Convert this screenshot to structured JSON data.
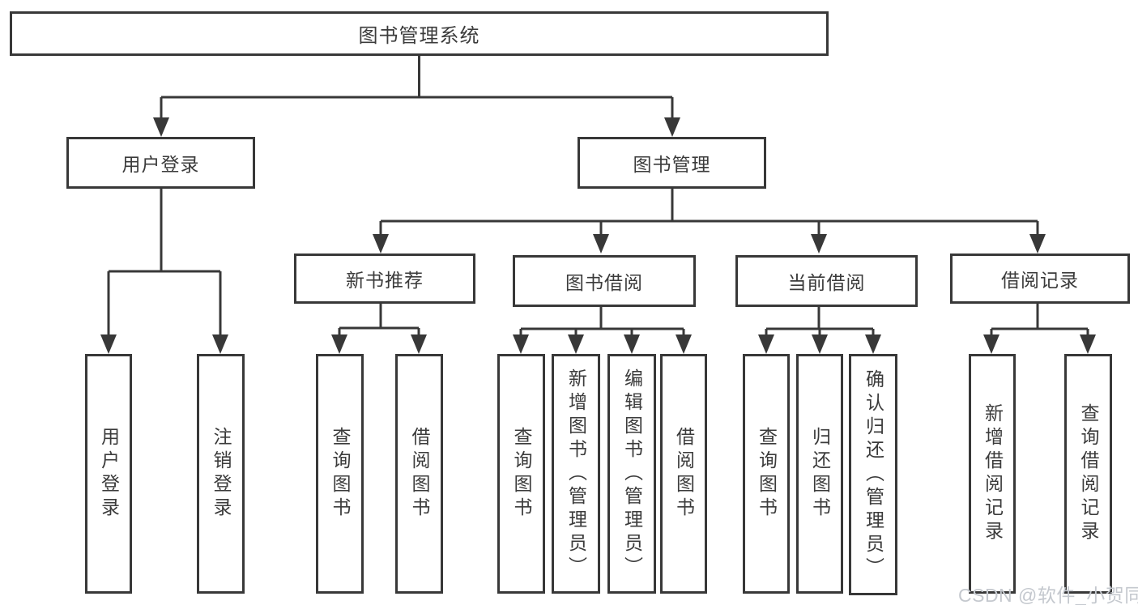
{
  "tree": {
    "label": "图书管理系统",
    "children": [
      {
        "label": "用户登录",
        "children": [
          {
            "label": "用户登录"
          },
          {
            "label": "注销登录"
          }
        ]
      },
      {
        "label": "图书管理",
        "children": [
          {
            "label": "新书推荐",
            "children": [
              {
                "label": "查询图书"
              },
              {
                "label": "借阅图书"
              }
            ]
          },
          {
            "label": "图书借阅",
            "children": [
              {
                "label": "查询图书"
              },
              {
                "label": "新增图书（管理员）"
              },
              {
                "label": "编辑图书（管理员）"
              },
              {
                "label": "借阅图书"
              }
            ]
          },
          {
            "label": "当前借阅",
            "children": [
              {
                "label": "查询图书"
              },
              {
                "label": "归还图书"
              },
              {
                "label": "确认归还（管理员）"
              }
            ]
          },
          {
            "label": "借阅记录",
            "children": [
              {
                "label": "新增借阅记录"
              },
              {
                "label": "查询借阅记录"
              }
            ]
          }
        ]
      }
    ]
  },
  "watermark": {
    "text": "CSDN @软件_小贺同学"
  },
  "colors": {
    "line": "#383838",
    "text": "#3b3b3b",
    "bg": "#ffffff",
    "wm": "#c4c8ce"
  }
}
